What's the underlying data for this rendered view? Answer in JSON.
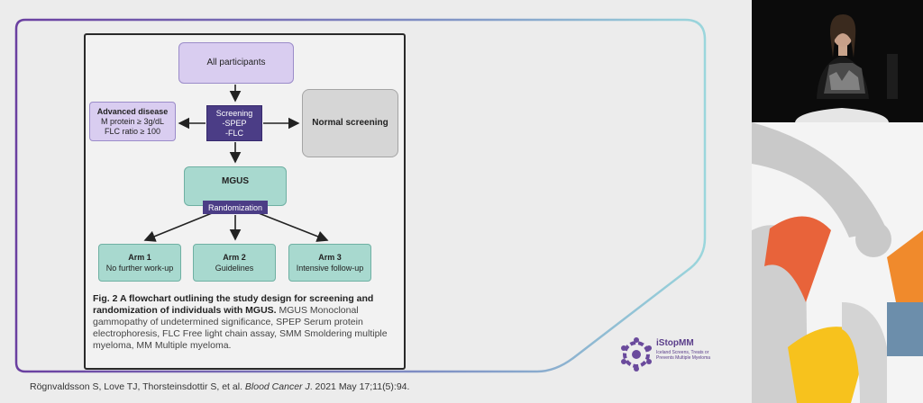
{
  "slide": {
    "figure": {
      "nodes": {
        "all_participants": "All participants",
        "screening": [
          "Screening",
          "-SPEP",
          "-FLC"
        ],
        "advanced": {
          "title": "Advanced disease",
          "lines": [
            "M protein ≥ 3g/dL",
            "FLC ratio ≥ 100"
          ]
        },
        "normal": "Normal screening",
        "mgus": "MGUS",
        "randomization": "Randomization",
        "arms": [
          {
            "title": "Arm 1",
            "desc": "No further work-up"
          },
          {
            "title": "Arm 2",
            "desc": "Guidelines"
          },
          {
            "title": "Arm 3",
            "desc": "Intensive follow-up"
          }
        ]
      },
      "caption": {
        "bold": "Fig. 2 A flowchart outlining the study design for screening and randomization of individuals with MGUS.",
        "text": " MGUS Monoclonal gammopathy of undetermined significance, SPEP Serum protein electrophoresis, FLC Free light chain assay, SMM Smoldering multiple myeloma, MM Multiple myeloma."
      }
    },
    "reference": {
      "authors": "Rögnvaldsson S, Love TJ, Thorsteinsdottir S, et al. ",
      "journal": "Blood Cancer J",
      "details": ". 2021 May 17;11(5):94."
    },
    "logo": {
      "title": "iStopMM",
      "subtitle": "Iceland Screens, Treats or Prevents Multiple Myeloma"
    }
  },
  "colors": {
    "frame_start": "#6a3fa0",
    "frame_end": "#9ad6dc",
    "purple_dark": "#4b3d86",
    "purple_light": "#d9cdf0",
    "teal": "#a8d9cf",
    "grey_box": "#d6d6d6",
    "art_orange": "#e8633a",
    "art_yellow": "#f7c21d",
    "art_blue": "#6c8eab",
    "art_grey": "#c9c9c9"
  }
}
